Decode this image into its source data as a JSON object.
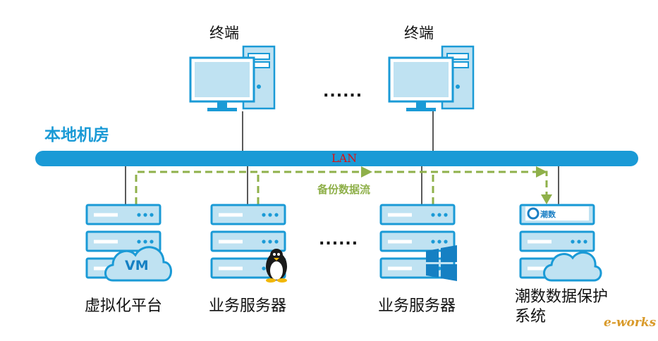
{
  "diagram": {
    "terminal_label": "终端",
    "ellipsis": "......",
    "room_label": "本地机房",
    "lan_label": "LAN",
    "flow_label": "备份数据流",
    "vm_badge": "VM",
    "logo_text": "潮数",
    "watermark": "e-works",
    "servers": [
      {
        "label": "虚拟化平台"
      },
      {
        "label": "业务服务器"
      },
      {
        "label": "业务服务器"
      },
      {
        "label": "潮数数据保护系统"
      }
    ]
  },
  "colors": {
    "accent": "#1a9ad6",
    "server_fill": "#bfe2f2",
    "server_stroke": "#1a9ad6",
    "flow": "#8fb04a",
    "lan_text": "#dd1111"
  }
}
